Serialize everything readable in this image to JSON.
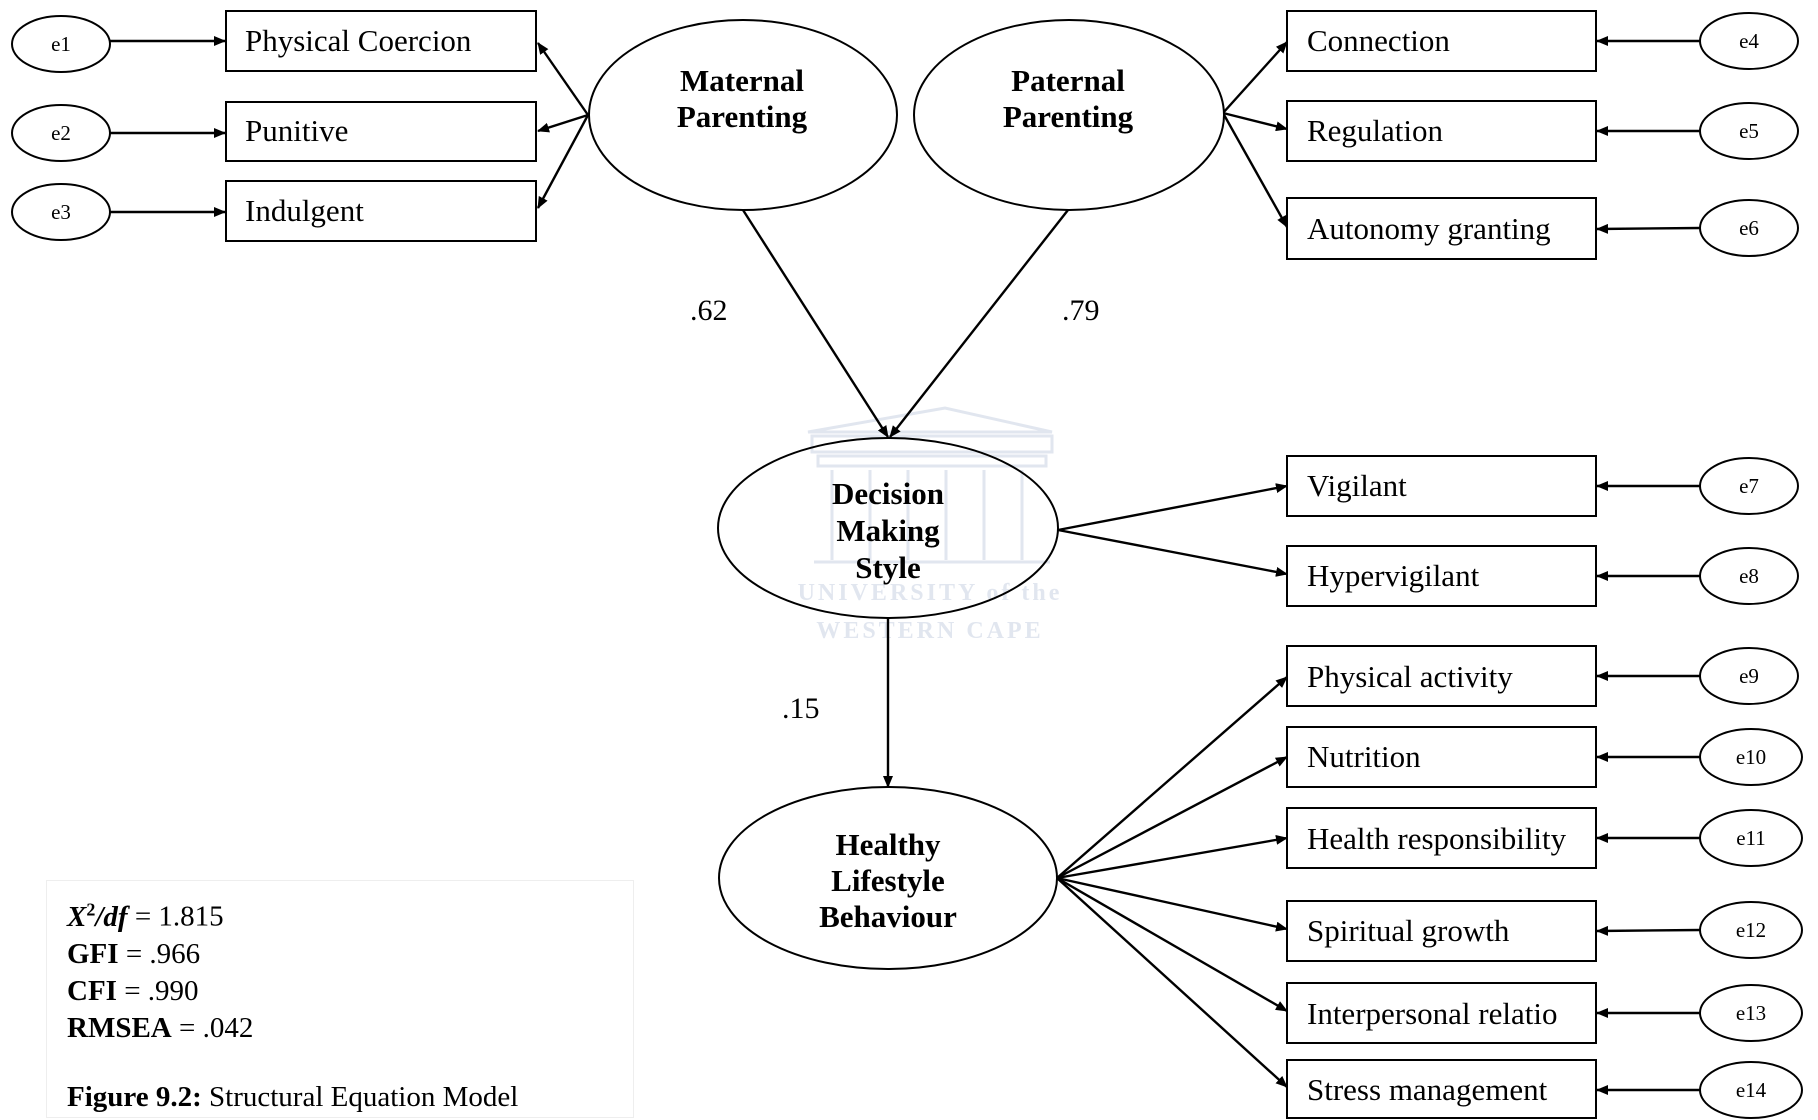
{
  "latent": {
    "maternal": [
      "Maternal",
      "Parenting"
    ],
    "paternal": [
      "Paternal",
      "Parenting"
    ],
    "decision": [
      "Decision",
      "Making",
      "Style"
    ],
    "healthy": [
      "Healthy",
      "Lifestyle",
      "Behaviour"
    ]
  },
  "observed": {
    "physical_coercion": "Physical Coercion",
    "punitive": "Punitive",
    "indulgent": "Indulgent",
    "connection": "Connection",
    "regulation": "Regulation",
    "autonomy_granting": "Autonomy granting",
    "vigilant": "Vigilant",
    "hypervigilant": "Hypervigilant",
    "physical_activity": "Physical activity",
    "nutrition": "Nutrition",
    "health_responsibility": "Health responsibility",
    "spiritual_growth": "Spiritual growth",
    "interpersonal": "Interpersonal relatio",
    "stress_management": "Stress management"
  },
  "errors": {
    "e1": "e1",
    "e2": "e2",
    "e3": "e3",
    "e4": "e4",
    "e5": "e5",
    "e6": "e6",
    "e7": "e7",
    "e8": "e8",
    "e9": "e9",
    "e10": "e10",
    "e11": "e11",
    "e12": "e12",
    "e13": "e13",
    "e14": "e14"
  },
  "paths": {
    "maternal_to_decision": ".62",
    "paternal_to_decision": ".79",
    "decision_to_healthy": ".15"
  },
  "fit": {
    "chi_label": "X",
    "chi_sup": "2",
    "chi_rest": "/df",
    "chi_value": " = 1.815",
    "gfi_label": "GFI",
    "gfi_value": " = .966",
    "cfi_label": "CFI",
    "cfi_value": " = .990",
    "rmsea_label": "RMSEA",
    "rmsea_value": " = .042"
  },
  "caption": {
    "label": "Figure 9.2:",
    "text": " Structural Equation Model"
  },
  "watermark": {
    "line1": "UNIVERSITY of the",
    "line2": "WESTERN CAPE"
  }
}
